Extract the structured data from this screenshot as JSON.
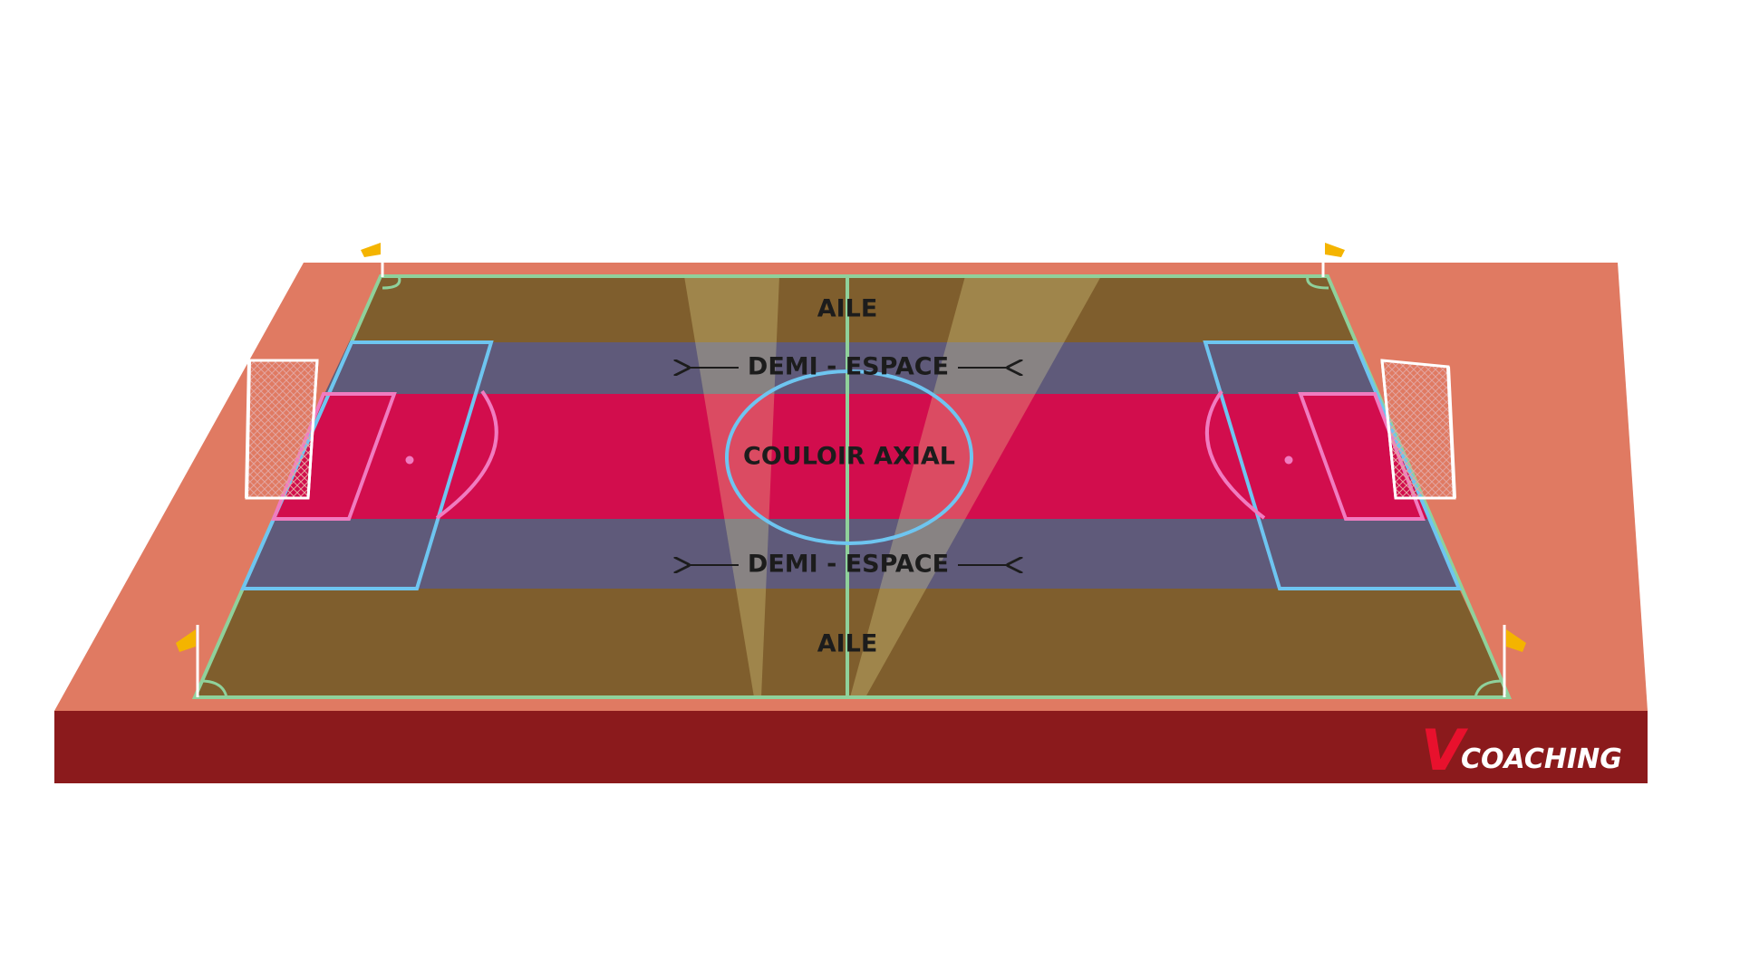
{
  "zones": {
    "top_wing": "AILE",
    "top_half_space": "DEMI - ESPACE",
    "axial": "COULOIR AXIAL",
    "bottom_half_space": "DEMI - ESPACE",
    "bottom_wing": "AILE"
  },
  "brand": {
    "v": "V",
    "name": "COACHING"
  },
  "colors": {
    "track": "#e07a62",
    "base": "#8b1a1c",
    "wing": "#7f5e2d",
    "half_space": "#5f5a7a",
    "axial": "#d20d4d",
    "sideline": "#8fd19b",
    "penalty_line": "#6ec5f0",
    "goal_area_line": "#f07cc0",
    "center_circle": "#6ec5f0",
    "light_beam": "#f4ee9a",
    "flag": "#f4b400",
    "brand": "#ffffff",
    "brand_v": "#e8112d"
  },
  "icons": [
    "corner-flag-icon",
    "goal-net-icon",
    "left-arrow-icon",
    "right-arrow-icon"
  ]
}
